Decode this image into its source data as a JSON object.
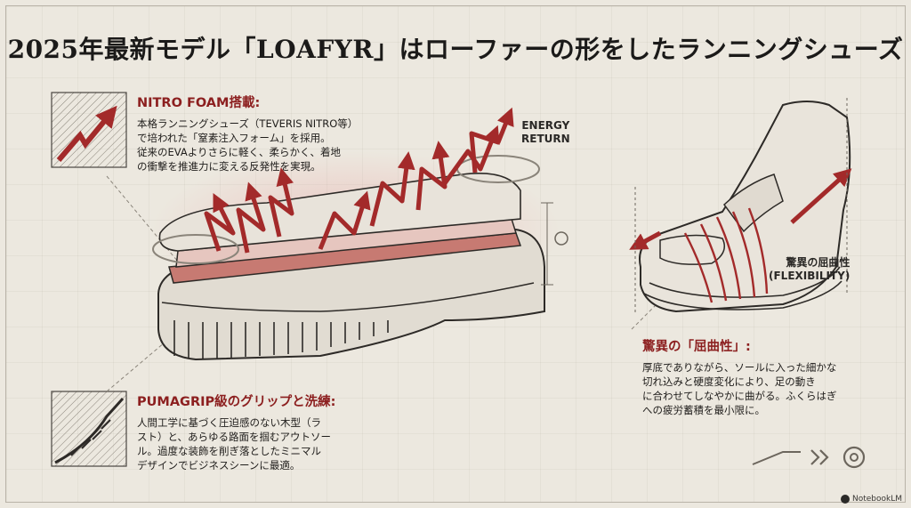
{
  "title": "2025年最新モデル「LOAFYR」はローファーの形をしたランニングシューズ",
  "nitro": {
    "heading": "NITRO FOAM搭載:",
    "lines": [
      "本格ランニングシューズ（TEVERIS NITRO等）",
      "で培われた「窒素注入フォーム」を採用。",
      "従来のEVAよりさらに軽く、柔らかく、着地",
      "の衝撃を推進力に変える反発性を実現。"
    ]
  },
  "energy_return": {
    "line1": "ENERGY",
    "line2": "RETURN"
  },
  "flex_label": {
    "line1": "驚異の屈曲性",
    "line2": "(FLEXIBILITY)"
  },
  "flex": {
    "heading": "驚異の「屈曲性」:",
    "lines": [
      "厚底でありながら、ソールに入った細かな",
      "切れ込みと硬度変化により、足の動き",
      "に合わせてしなやかに曲がる。ふくらはぎ",
      "への疲労蓄積を最小限に。"
    ]
  },
  "grip": {
    "heading": "PUMAGRIP級のグリップと洗練:",
    "lines": [
      "人間工学に基づく圧迫感のない木型（ラ",
      "スト）と、あらゆる路面を掴むアウトソー",
      "ル。過度な装飾を削ぎ落としたミニマル",
      "デザインでビジネスシーンに最適。"
    ]
  },
  "brand": "NotebookLM",
  "colors": {
    "accent_red": "#8c1f1f",
    "arrow_red": "#a32a2a",
    "ink": "#1f1d1b",
    "paper": "#ece8df"
  }
}
